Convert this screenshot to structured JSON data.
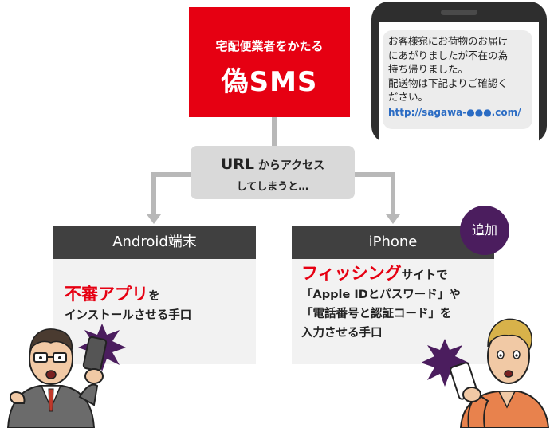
{
  "top_box": {
    "subtitle": "宅配便業者をかたる",
    "title": "偽SMS"
  },
  "sms": {
    "lines": [
      "お客様宛にお荷物のお届け",
      "にあがりましたが不在の為",
      "持ち帰りました。",
      "配送物は下記よりご確認く",
      "ださい。"
    ],
    "link": "http://sagawa-●●●.com/"
  },
  "access_box": {
    "url": "URL",
    "line1_rest": " からアクセス",
    "line2": "してしまうと…"
  },
  "left_panel": {
    "header": "Android端末",
    "highlight": "不審アプリ",
    "line1_rest": "を",
    "line2": "インストールさせる手口"
  },
  "right_panel": {
    "header": "iPhone",
    "highlight": "フィッシング",
    "line1_rest": "サイトで",
    "line2": "「Apple IDとパスワード」や",
    "line3": "「電話番号と認証コード」を",
    "line4": "入力させる手口"
  },
  "badge": "追加",
  "colors": {
    "accent_red": "#e60012",
    "header_dark": "#404040",
    "badge_purple": "#4b1d5e",
    "link_blue": "#2b6cc4"
  }
}
